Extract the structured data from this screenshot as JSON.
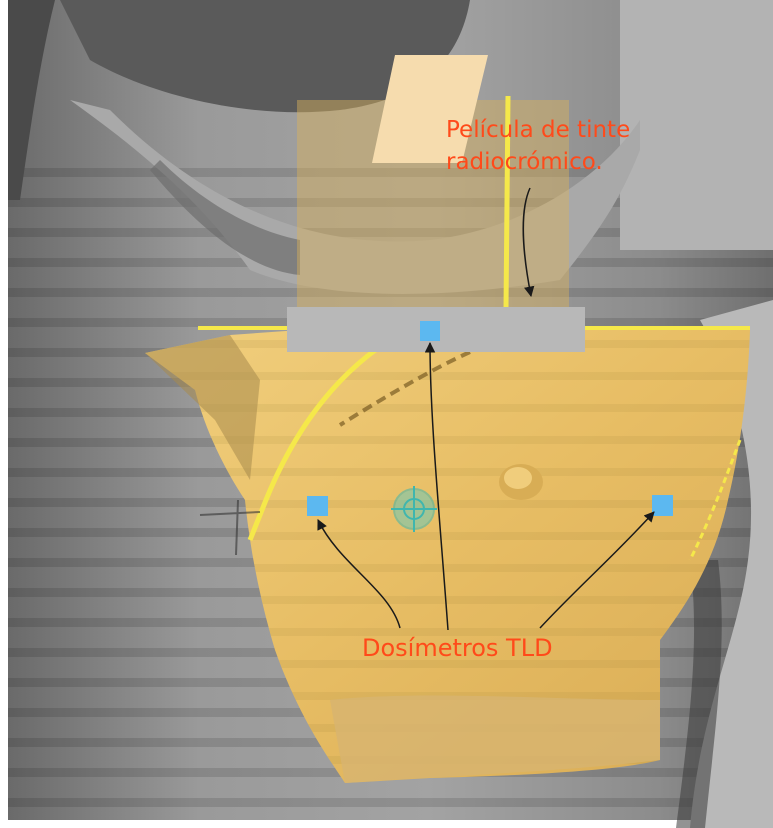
{
  "annotations": {
    "film_label_line1": "Película de tinte",
    "film_label_line2": "radiocrómico.",
    "tld_label": "Dosímetros  TLD"
  },
  "colors": {
    "label_text": "#ff4a1a",
    "arrow": "#1a1a1a",
    "dosimeter": "#5cb8f0",
    "film_strip": "#b8b8b8",
    "irradiated_field": "#e9c06b",
    "setup_line": "#f5e84a",
    "body_gray": "#8f8f8f"
  },
  "icons": {
    "isocenter_marker": "crosshair-circle-icon"
  }
}
